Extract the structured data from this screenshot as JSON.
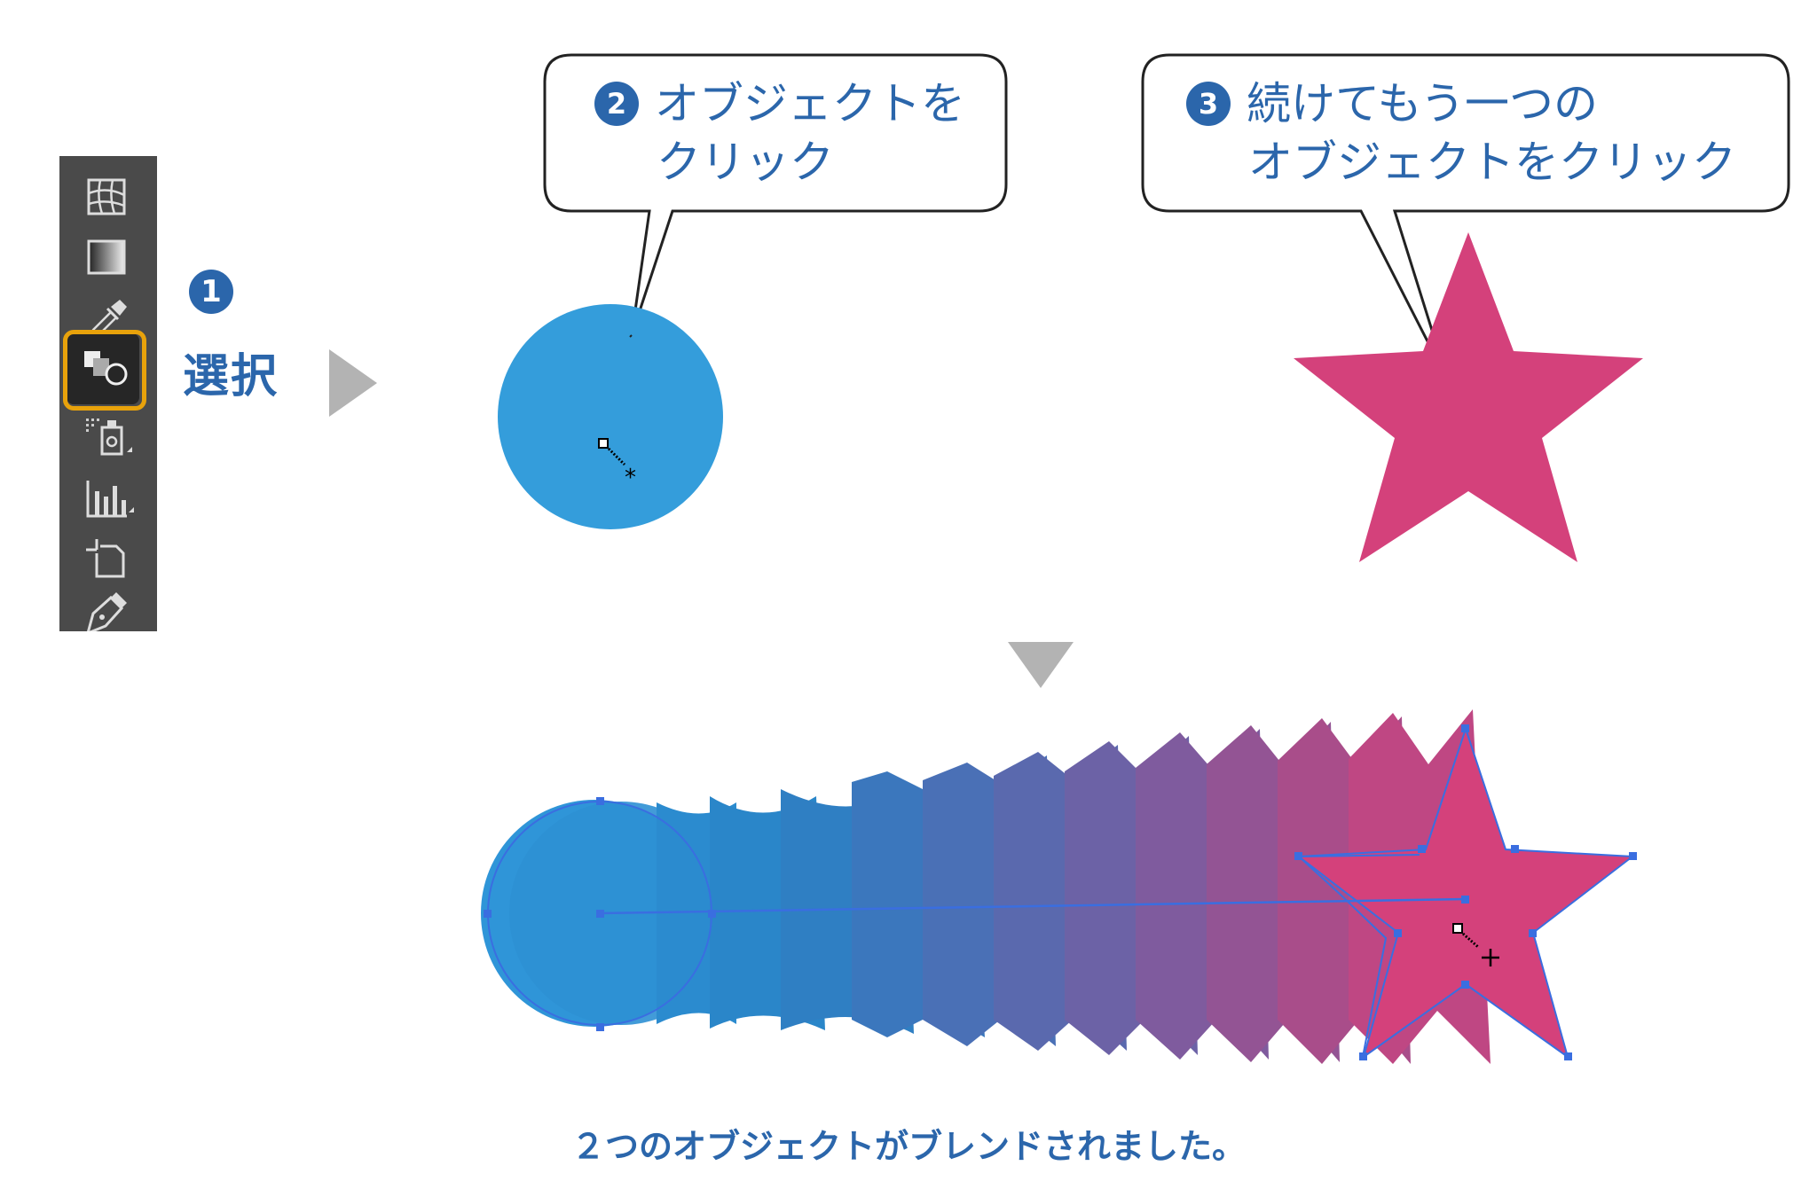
{
  "step1": {
    "number": "1",
    "label": "選択"
  },
  "callout2": {
    "number": "2",
    "line1": "オブジェクトを",
    "line2": "クリック"
  },
  "callout3": {
    "number": "3",
    "line1": "続けてもう一つの",
    "line2": "オブジェクトをクリック"
  },
  "caption": "２つのオブジェクトがブレンドされました。",
  "colors": {
    "accent": "#2b66ab",
    "circle": "#349ddb",
    "star": "#d4417b",
    "highlight": "#e8a20b",
    "toolbar": "#4a4a4a"
  },
  "toolbar": {
    "tools": [
      {
        "name": "mesh-tool-icon"
      },
      {
        "name": "gradient-tool-icon"
      },
      {
        "name": "eyedropper-tool-icon"
      },
      {
        "name": "blend-tool-icon",
        "selected": true
      },
      {
        "name": "symbol-sprayer-tool-icon"
      },
      {
        "name": "column-graph-tool-icon"
      },
      {
        "name": "artboard-tool-icon"
      },
      {
        "name": "pen-tool-icon"
      }
    ]
  }
}
